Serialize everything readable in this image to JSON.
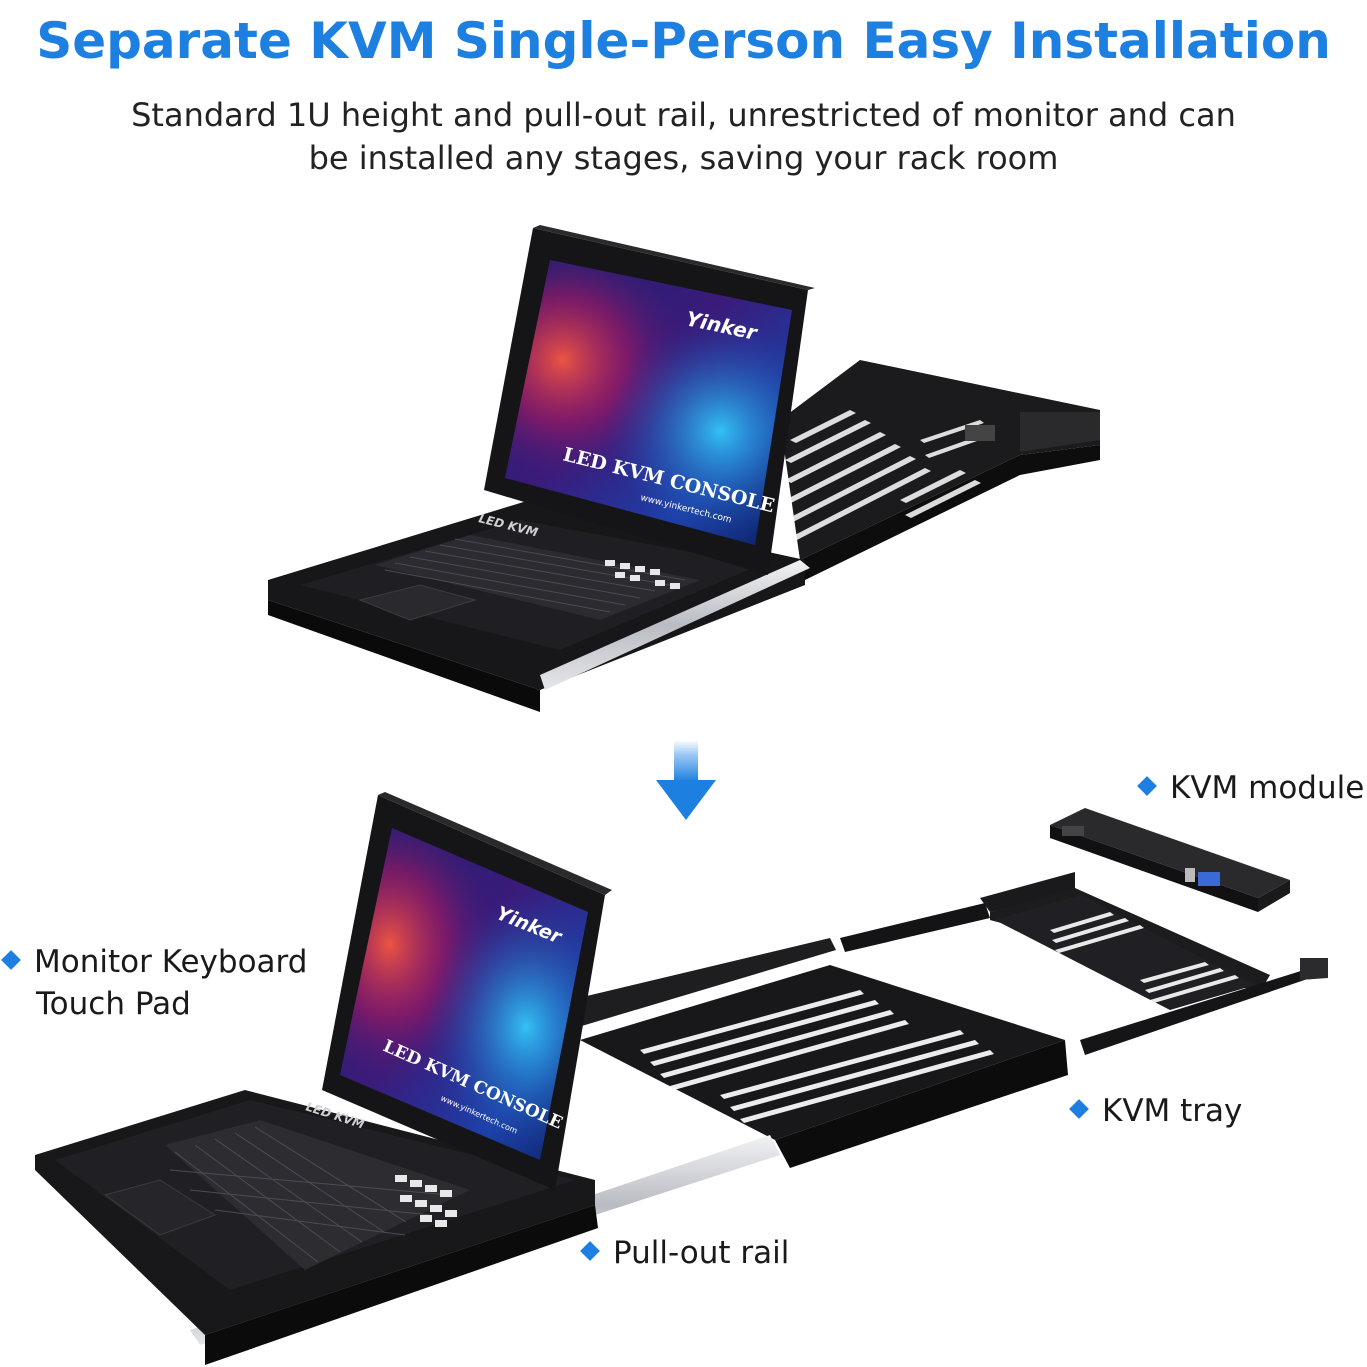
{
  "title": "Separate KVM Single-Person Easy Installation",
  "subtitle_lines": [
    "Standard 1U height and pull-out rail, unrestricted of monitor and can",
    "be installed any stages, saving your rack room"
  ],
  "labels": {
    "kvm_module": "KVM module",
    "monitor_keyboard_line1": "Monitor Keyboard",
    "monitor_keyboard_line2": "Touch Pad",
    "kvm_tray": "KVM tray",
    "pull_out_rail": "Pull-out rail"
  },
  "screen": {
    "brand": "Yinker",
    "product": "LED KVM CONSOLE",
    "website": "www.yinkertech.com",
    "deck_text": "LED KVM"
  },
  "colors": {
    "accent": "#1d7fe0",
    "text": "#1a1a1a",
    "metal": "#1c1c1e"
  }
}
